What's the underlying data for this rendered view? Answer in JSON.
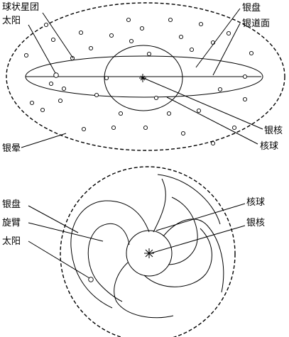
{
  "top_view": {
    "labels": {
      "globular_clusters": "球状星团",
      "sun": "太阳",
      "galactic_disk": "银盘",
      "galactic_plane": "银道面",
      "galactic_core": "银核",
      "nuclear_bulge": "核球",
      "galactic_halo": "银晕"
    }
  },
  "bottom_view": {
    "labels": {
      "galactic_disk": "银盘",
      "spiral_arm": "旋臂",
      "sun": "太阳",
      "nuclear_bulge": "核球",
      "galactic_core": "银核"
    }
  }
}
